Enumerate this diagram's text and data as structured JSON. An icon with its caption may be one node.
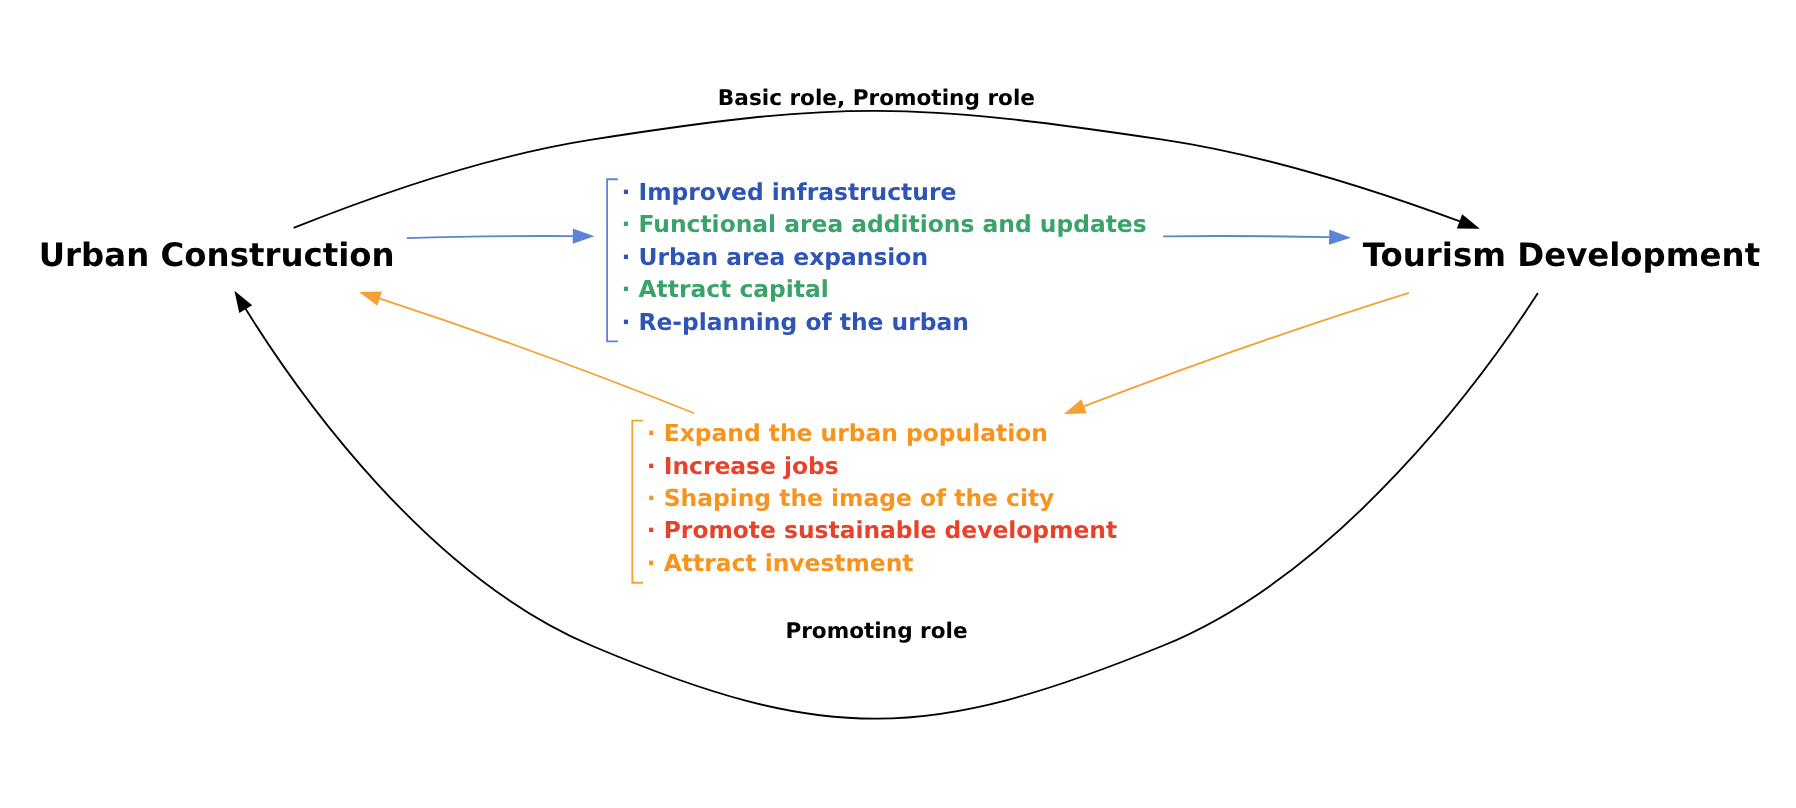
{
  "diagram": {
    "nodes": [
      {
        "text": [
          "Urban Construction"
        ]
      },
      {
        "text": [
          "Tourism Development"
        ]
      },
      {
        "text": [
          "· Improved infrastructure",
          "· Functional area additions and updates",
          "· Urban area expansion",
          "· Attract capital",
          "· Re-planning of the urban"
        ]
      },
      {
        "text": [
          "· Expand the urban population",
          "· Increase jobs",
          "· Shaping the image of the city",
          "· Promote sustainable development",
          "· Attract investment"
        ]
      }
    ],
    "edges": [
      {
        "from": 0,
        "to": 1,
        "arrow": "to",
        "label": "Basic role, Promoting role"
      },
      {
        "from": 1,
        "to": 0,
        "arrow": "to",
        "label": "Promoting role"
      },
      {
        "from": 0,
        "to": 2,
        "arrow": "to",
        "color": "#5b84d6"
      },
      {
        "from": 2,
        "to": 1,
        "arrow": "to",
        "color": "#5b84d6"
      },
      {
        "from": 1,
        "to": 3,
        "arrow": "to",
        "color": "#f4a236"
      },
      {
        "from": 3,
        "to": 0,
        "arrow": "to",
        "color": "#f4a236"
      }
    ]
  }
}
